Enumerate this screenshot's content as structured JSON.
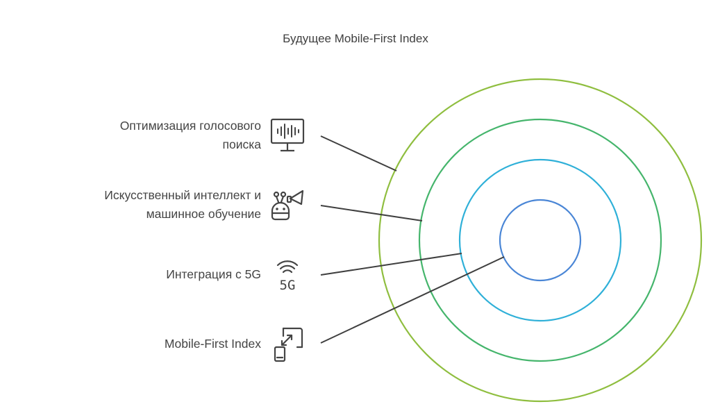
{
  "title": "Будущее Mobile-First Index",
  "layers": [
    {
      "label_line1": "Оптимизация голосового",
      "label_line2": "поиска",
      "icon": "voice-search-monitor-icon",
      "color": "#8fbe3f"
    },
    {
      "label_line1": "Искусственный интеллект и",
      "label_line2": "машинное обучение",
      "icon": "robot-megaphone-icon",
      "color": "#45b56c"
    },
    {
      "label_line1": "Интеграция с 5G",
      "icon": "5g-signal-icon",
      "color": "#2fb0d8"
    },
    {
      "label_line1": "Mobile-First Index",
      "icon": "mobile-resize-icon",
      "color": "#4a86d6"
    }
  ],
  "colors": {
    "connector": "#3f3f3f",
    "icon_stroke": "#444444"
  }
}
